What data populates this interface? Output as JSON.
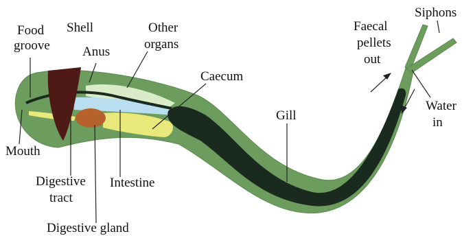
{
  "colors": {
    "body": "#6d9c5f",
    "body_outline": "#5a8a4e",
    "gill": "#1b2a1e",
    "shell": "#4f1a16",
    "caecum": "#e8e97a",
    "organs": "#d9ebc7",
    "stomach_band": "#b9def0",
    "digestive_gland": "#b6622d",
    "tract": "#1b2a1e"
  },
  "labels": {
    "food_groove": [
      "Food",
      "groove"
    ],
    "shell": "Shell",
    "anus": "Anus",
    "other_organs": [
      "Other",
      "organs"
    ],
    "caecum": "Caecum",
    "faecal_pellets": [
      "Faecal",
      "pellets",
      "out"
    ],
    "siphons": "Siphons",
    "water_in": [
      "Water",
      "in"
    ],
    "gill": "Gill",
    "mouth": "Mouth",
    "digestive_tract": [
      "Digestive",
      "tract"
    ],
    "intestine": "Intestine",
    "digestive_gland": "Digestive gland"
  }
}
